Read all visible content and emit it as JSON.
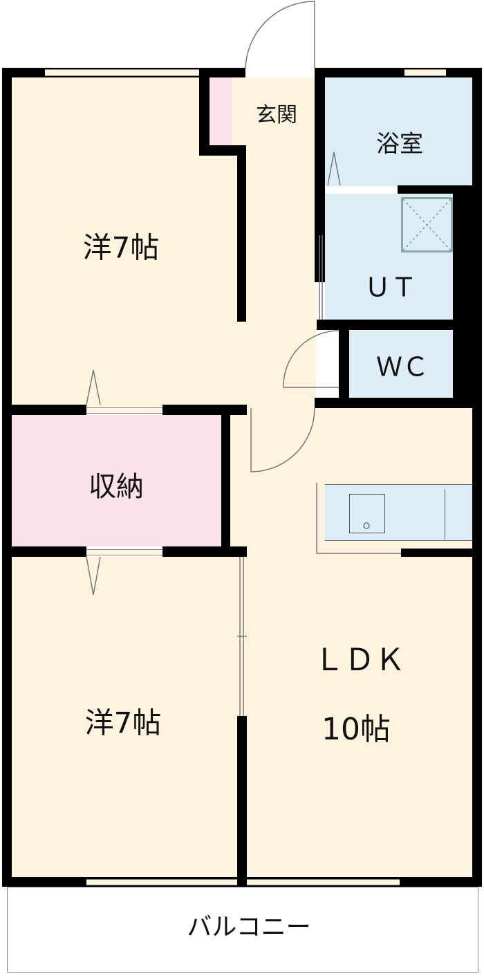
{
  "title": "間取り図",
  "rooms": {
    "western_room_1": "洋7帖",
    "storage": "収納",
    "western_room_2": "洋7帖",
    "entrance": "玄関",
    "bathroom": "浴室",
    "utility": "ＵＴ",
    "toilet": "ＷＣ",
    "ldk": "ＬＤＫ",
    "ldk_size": "10帖",
    "balcony": "バルコニー"
  },
  "colors": {
    "living": "#fdf3df",
    "storage": "#fbe1e9",
    "wet_area": "#dcedf8",
    "wall": "#000000"
  }
}
